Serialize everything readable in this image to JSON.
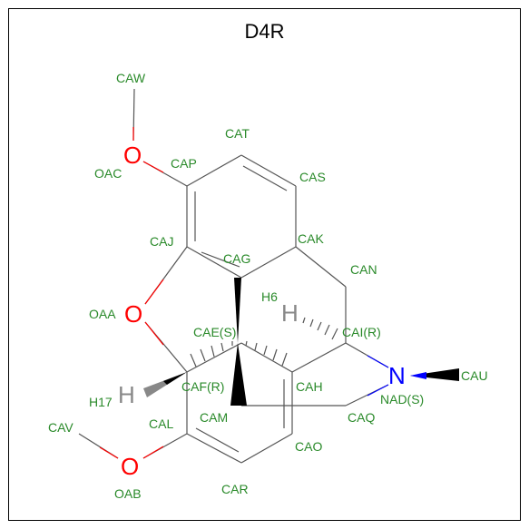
{
  "title": "D4R",
  "colors": {
    "bond": "#555555",
    "label": "#2a8a2a",
    "oxygen": "#ff0000",
    "nitrogen": "#0000ff",
    "hydrogen": "#888888",
    "wedge": "#000000"
  },
  "element_symbols": {
    "O1": "O",
    "O2": "O",
    "O3": "O",
    "N": "N",
    "H1": "H",
    "H2": "H"
  },
  "atom_labels": [
    "CAW",
    "CAT",
    "OAC",
    "CAP",
    "CAS",
    "CAJ",
    "CAK",
    "CAG",
    "CAN",
    "H6",
    "OAA",
    "CAE(S)",
    "CAI(R)",
    "N",
    "CAU",
    "NAD(S)",
    "H17",
    "CAF(R)",
    "CAH",
    "CAQ",
    "CAV",
    "CAL",
    "CAM",
    "CAO",
    "OAB",
    "CAR"
  ]
}
